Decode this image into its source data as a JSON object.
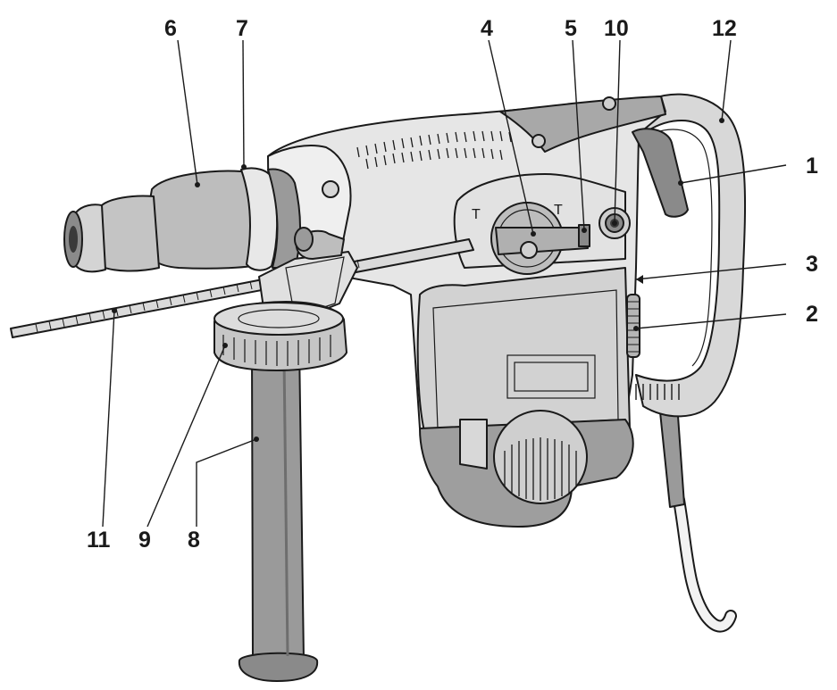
{
  "callouts": [
    {
      "label": "1"
    },
    {
      "label": "2"
    },
    {
      "label": "3"
    },
    {
      "label": "4"
    },
    {
      "label": "5"
    },
    {
      "label": "6"
    },
    {
      "label": "7"
    },
    {
      "label": "8"
    },
    {
      "label": "9"
    },
    {
      "label": "10"
    },
    {
      "label": "11"
    },
    {
      "label": "12"
    }
  ],
  "colors": {
    "body_light": "#e8e8e8",
    "body_mid": "#bdbdbd",
    "body_dark": "#8c8c8c",
    "outline": "#1a1a1a"
  }
}
